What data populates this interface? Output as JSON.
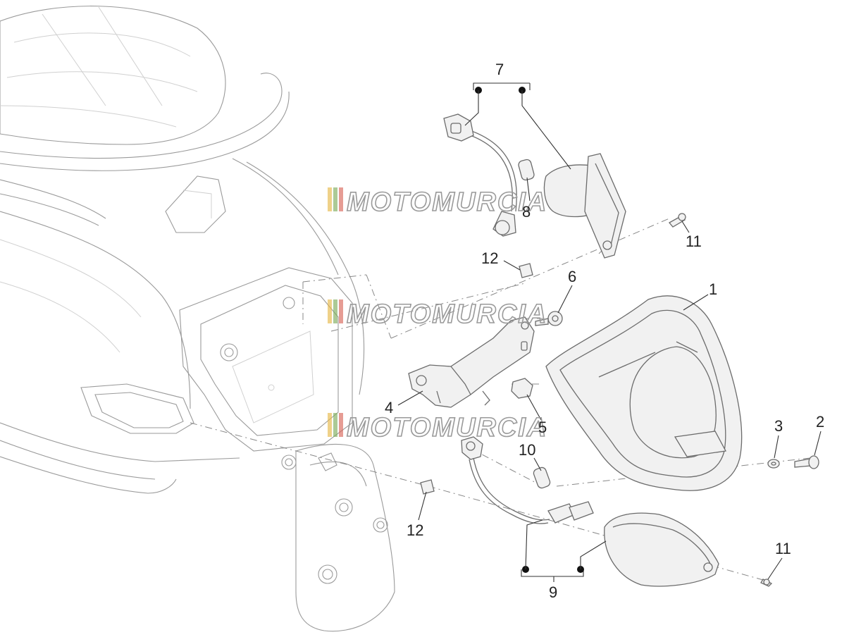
{
  "watermark": {
    "text": "MOTOMURCIA",
    "stripe_colors": [
      "#e6b84a",
      "#7fae5d",
      "#d9675a"
    ]
  },
  "labels": {
    "p1": "1",
    "p2": "2",
    "p3": "3",
    "p4": "4",
    "p5": "5",
    "p6": "6",
    "p7": "7",
    "p8": "8",
    "p9": "9",
    "p10": "10",
    "p11_top": "11",
    "p11_bottom": "11",
    "p12_top": "12",
    "p12_bottom": "12"
  },
  "colors": {
    "line": "#6d6d6d",
    "label": "#222222",
    "leader": "#333333"
  }
}
